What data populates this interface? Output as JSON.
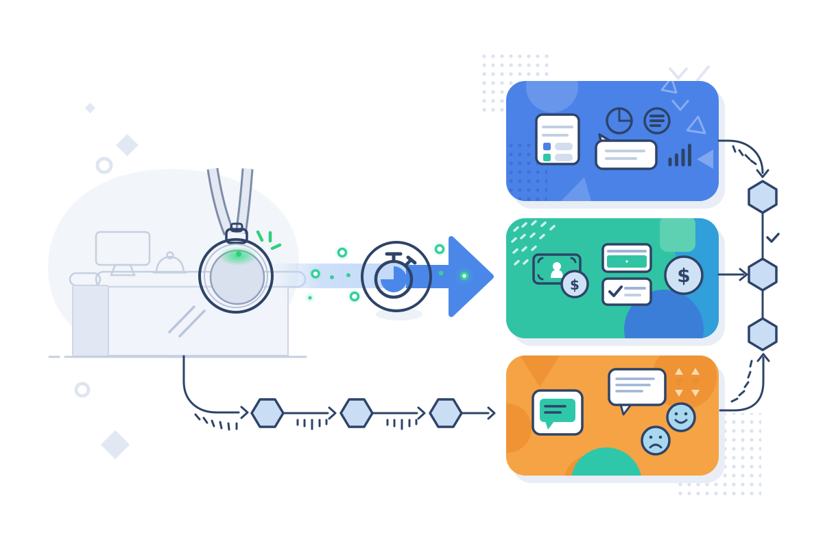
{
  "symbols": {
    "dollar": "$"
  },
  "colors": {
    "ink": "#2e4368",
    "card-blue": "#4a82e8",
    "card2-blue": "#319fd9",
    "teal": "#31c4a4",
    "teal2": "#2fc7a9",
    "teal-light": "#5dd1b2",
    "card2-circle": "#3b7ed8",
    "note-blue": "#7b9fe8",
    "coin-fill": "#cfe1f4",
    "card-orange": "#f5a344",
    "orange-dark": "#ef9335",
    "orange-circle": "#f0a44e",
    "cream": "#ffdcae",
    "face-blue": "#a8d8f0",
    "hex-fill": "#c9def4",
    "arrow-blue": "#4a87e9",
    "beam-blue": "#bdd6f7",
    "glow-green": "#2ecf7a",
    "glow-ring": "#35cf9b",
    "gray-line": "#c2cfe2",
    "gray-line-dark": "#9fb4d6",
    "bar-light": "#d3ddee",
    "desk-fill": "#f1f4fa",
    "desk-stroke": "#c6cfe0",
    "desk-dark": "#e2e8f3",
    "monitor-fill": "#dde3ef",
    "blob": "#f2f5fa",
    "dot": "#dce4f0",
    "shadow": "#e9edf5",
    "white": "#ffffff"
  },
  "scene": {
    "left": {
      "elements": [
        "reception-desk",
        "desktop-monitor",
        "service-bell",
        "smart-badge-on-lanyard",
        "green-status-glow",
        "green-sparkles"
      ]
    },
    "center": {
      "elements": [
        "stopwatch",
        "blue-flow-arrow",
        "light-beam",
        "green-glow-dots"
      ]
    },
    "cards": [
      {
        "name": "analytics-card",
        "background": "blue",
        "icons": [
          "document-form-icon",
          "pie-chart-icon",
          "menu-circle-icon",
          "speech-bubble-icon",
          "signal-bars-icon"
        ]
      },
      {
        "name": "payments-card",
        "background": "teal-and-blue",
        "icons": [
          "banknote-icon",
          "dollar-coin-small-icon",
          "credit-card-icon",
          "checklist-card-icon",
          "dollar-coin-large-icon"
        ]
      },
      {
        "name": "feedback-card",
        "background": "orange",
        "icons": [
          "chat-message-card-icon",
          "speech-lines-bubble-icon",
          "happy-face-icon",
          "sad-face-icon"
        ]
      }
    ],
    "flow": {
      "bottom_hexagon_steps": 3,
      "right_hexagon_steps": 3,
      "has_checkmark": true
    }
  }
}
